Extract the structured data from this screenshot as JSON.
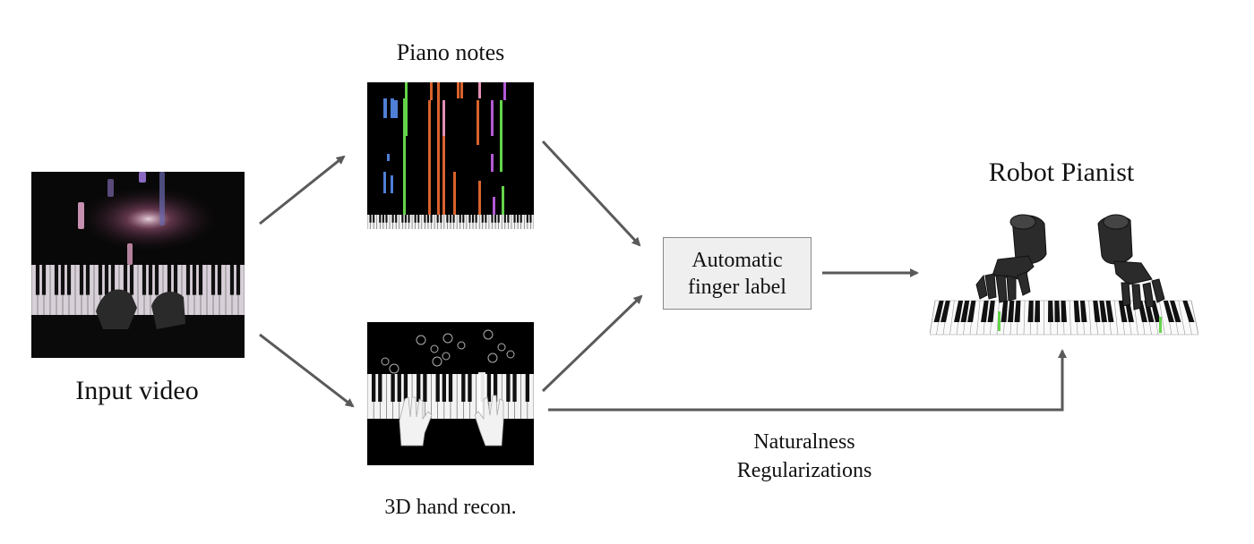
{
  "labels": {
    "input_video": "Input video",
    "piano_notes": "Piano notes",
    "hand_recon": "3D hand recon.",
    "robot_pianist": "Robot Pianist",
    "finger_label_line1": "Automatic",
    "finger_label_line2": "finger label",
    "naturalness_line1": "Naturalness",
    "naturalness_line2": "Regularizations"
  },
  "colors": {
    "arrow": "#5a5a5a",
    "box_fill": "#efefef",
    "box_border": "#888888",
    "panel_dark": "#000000",
    "note_blue": "#4f7fd6",
    "note_orange": "#d9622b",
    "note_green": "#63d44a",
    "note_purple": "#b35ad6",
    "note_pink": "#e28fb5"
  },
  "icons": {
    "input_panel": "piano-video-frame",
    "notes_panel": "piano-roll",
    "hand_panel": "3d-hand-reconstruction",
    "robot_panel": "robot-hands-on-keyboard"
  }
}
